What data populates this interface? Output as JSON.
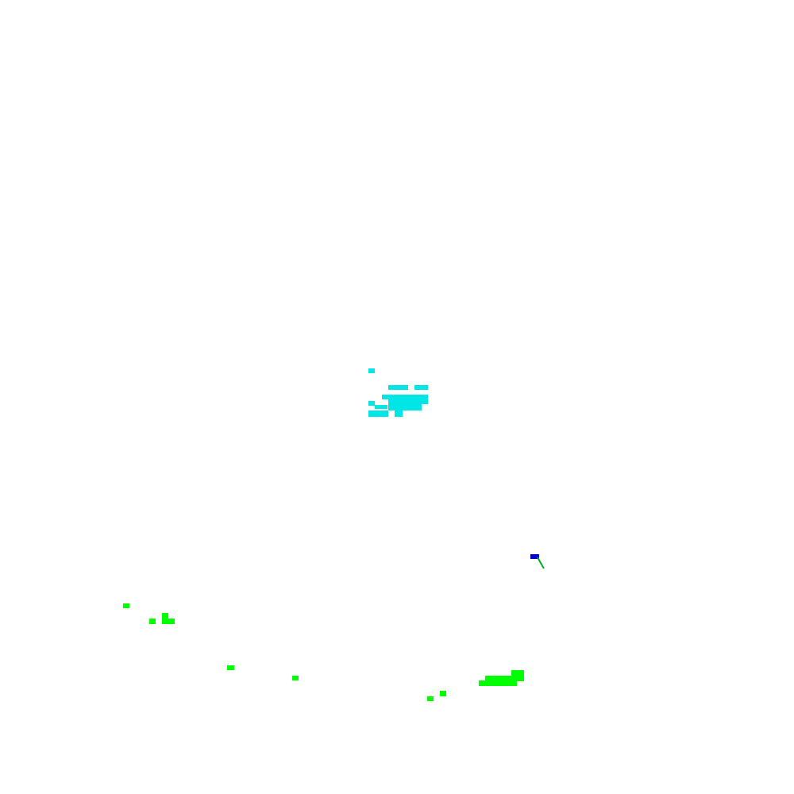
{
  "background_color": "#ffffff",
  "regions": [
    {
      "name": "cyan-cluster",
      "color": "#00e5e5"
    },
    {
      "name": "green-scatter-left",
      "color": "#00ff00"
    },
    {
      "name": "green-scatter-bottom",
      "color": "#00ff00"
    },
    {
      "name": "green-strip",
      "color": "#00ff00"
    },
    {
      "name": "blue-marker",
      "color": "#0000cc"
    },
    {
      "name": "green-diagonal-mark",
      "color": "#00aa22"
    }
  ]
}
